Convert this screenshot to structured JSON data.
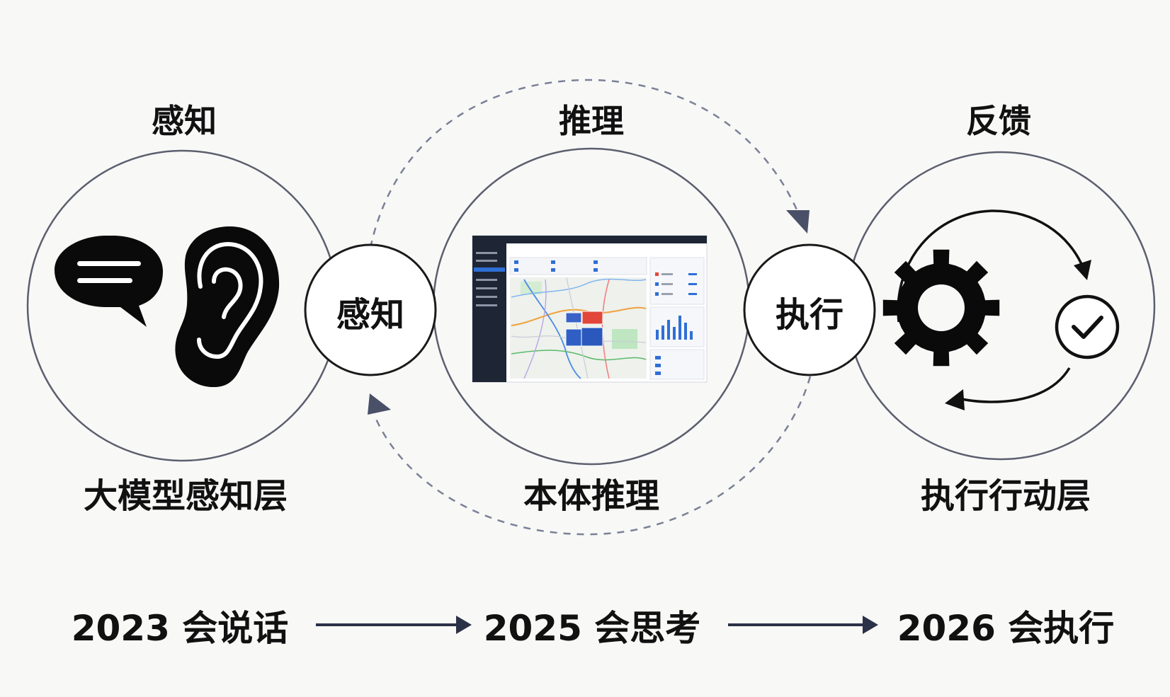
{
  "colors": {
    "background": "#f8f8f7",
    "ring": "#5c5f6e",
    "dash": "#7a8196",
    "arrow": "#3b4256",
    "ink": "#111111",
    "timeline_arrow": "#2b3147"
  },
  "stages": [
    {
      "title": "感知",
      "caption": "大模型感知层",
      "icon": "chat-bubble-and-ear-icon"
    },
    {
      "title": "推理",
      "caption": "本体推理",
      "icon": "map-dashboard-screenshot-icon"
    },
    {
      "title": "反馈",
      "caption": "执行行动层",
      "icon": "gear-cycle-checkmark-icon"
    }
  ],
  "nodes": [
    {
      "label": "感知"
    },
    {
      "label": "执行"
    }
  ],
  "timeline": [
    {
      "text": "2023 会说话"
    },
    {
      "text": "2025 会思考"
    },
    {
      "text": "2026 会执行"
    }
  ]
}
